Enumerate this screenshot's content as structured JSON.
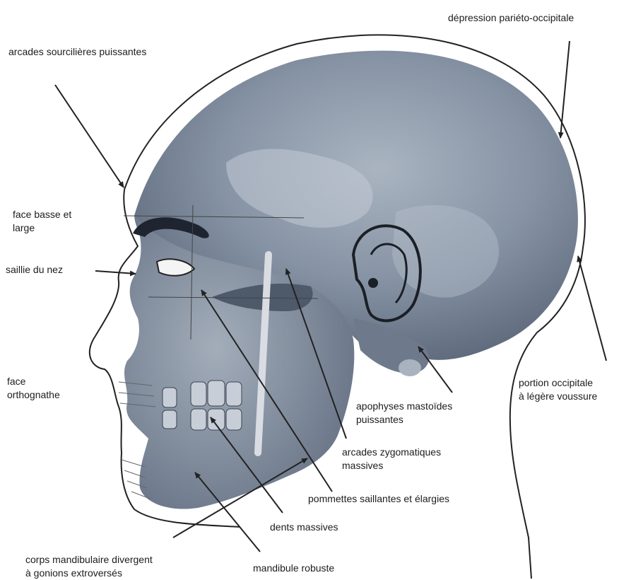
{
  "labels": {
    "depression": "dépression pariéto-occipitale",
    "arcades_sourcilieres": "arcades sourcilières puissantes",
    "face_basse": [
      "face basse et",
      "large"
    ],
    "saillie_nez": "saillie du nez",
    "face_orthognathe": [
      "face",
      "orthognathe"
    ],
    "portion_occipitale": [
      "portion occipitale",
      "à légère voussure"
    ],
    "apophyses": [
      "apophyses mastoïdes",
      "puissantes"
    ],
    "arcades_zygomatiques": [
      "arcades zygomatiques",
      "massives"
    ],
    "pommettes": "pommettes saillantes et élargies",
    "dents": "dents massives",
    "corps_mandibulaire": [
      "corps mandibulaire divergent",
      "à gonions extroversés"
    ],
    "mandibule": "mandibule robuste"
  },
  "colors": {
    "skull": "#8995a6",
    "skull_dark": "#4f5a6b",
    "skull_light": "#b9c2cd",
    "outline": "#222222",
    "arrow": "#222222",
    "text": "#1c1c1c"
  }
}
